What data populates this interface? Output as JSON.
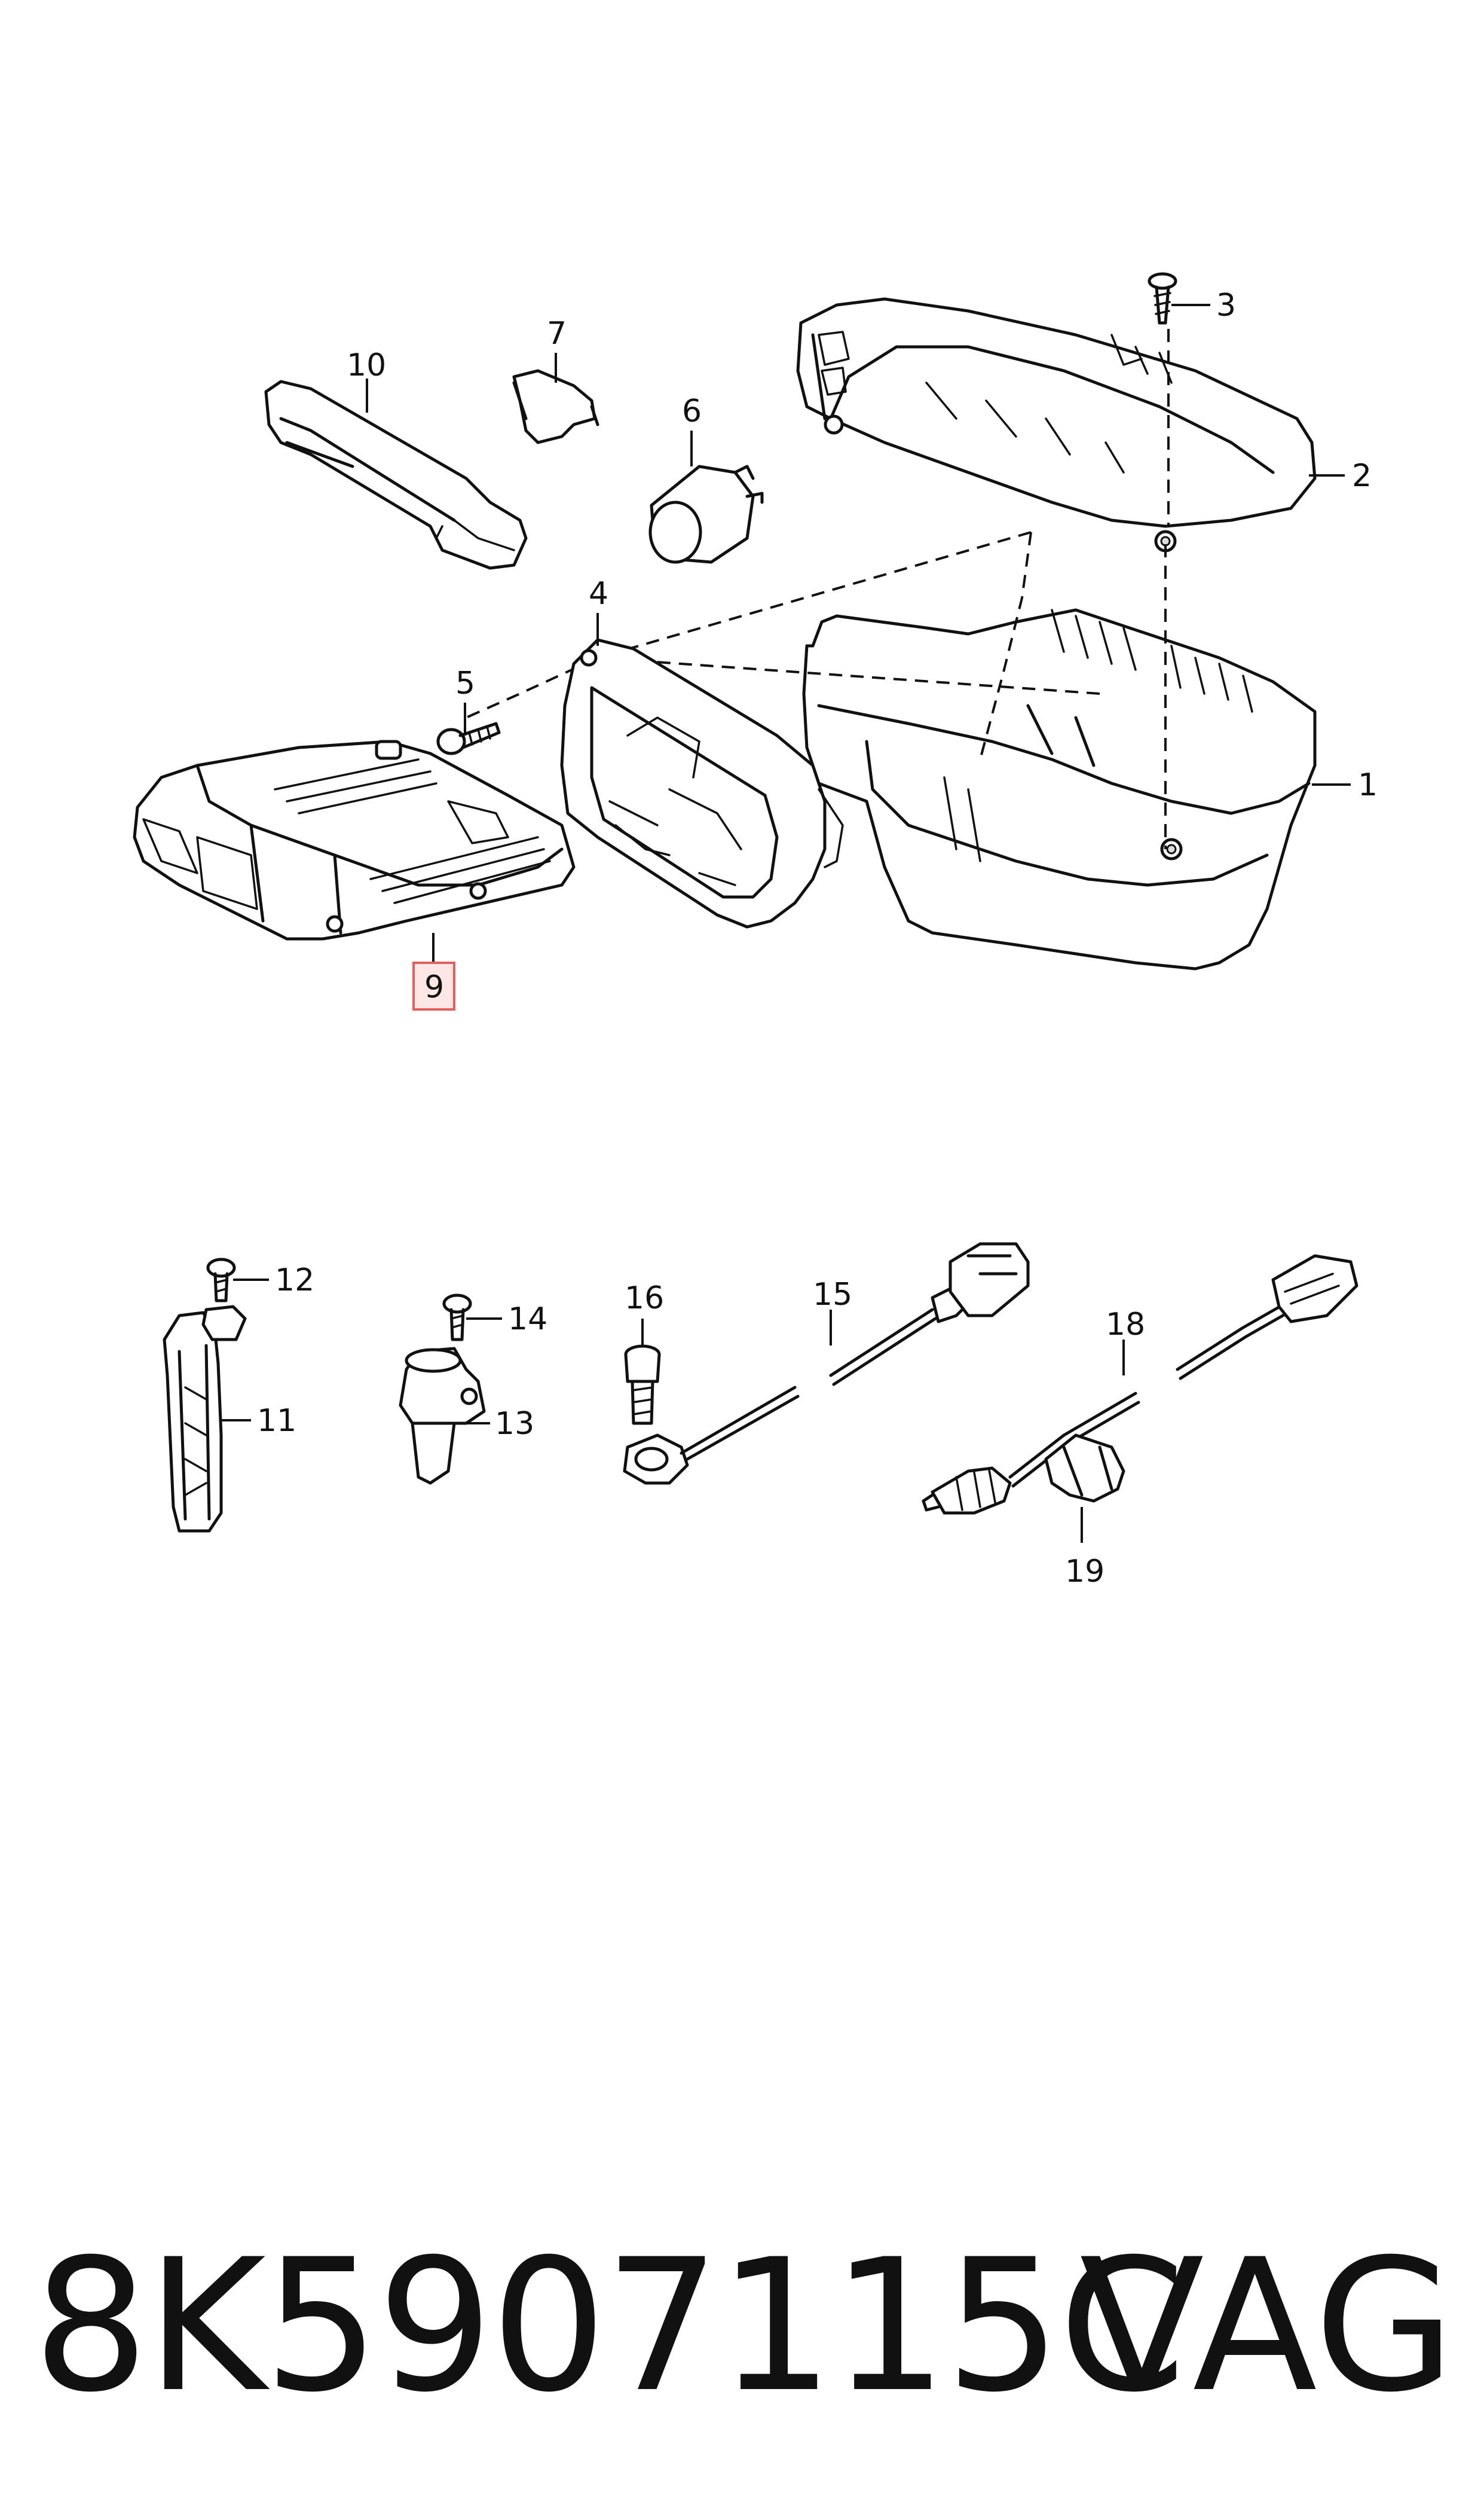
{
  "diagram": {
    "callouts": [
      {
        "id": "1",
        "label": "1"
      },
      {
        "id": "2",
        "label": "2"
      },
      {
        "id": "3",
        "label": "3"
      },
      {
        "id": "4",
        "label": "4"
      },
      {
        "id": "5",
        "label": "5"
      },
      {
        "id": "6",
        "label": "6"
      },
      {
        "id": "7",
        "label": "7"
      },
      {
        "id": "9",
        "label": "9",
        "highlighted": true
      },
      {
        "id": "10",
        "label": "10"
      },
      {
        "id": "11",
        "label": "11"
      },
      {
        "id": "12",
        "label": "12"
      },
      {
        "id": "13",
        "label": "13"
      },
      {
        "id": "14",
        "label": "14"
      },
      {
        "id": "15",
        "label": "15"
      },
      {
        "id": "16",
        "label": "16"
      },
      {
        "id": "18",
        "label": "18"
      },
      {
        "id": "19",
        "label": "19"
      }
    ],
    "highlight_color": "#e06060"
  },
  "footer": {
    "part_number": "8K5907115C",
    "brand": "VAG"
  }
}
